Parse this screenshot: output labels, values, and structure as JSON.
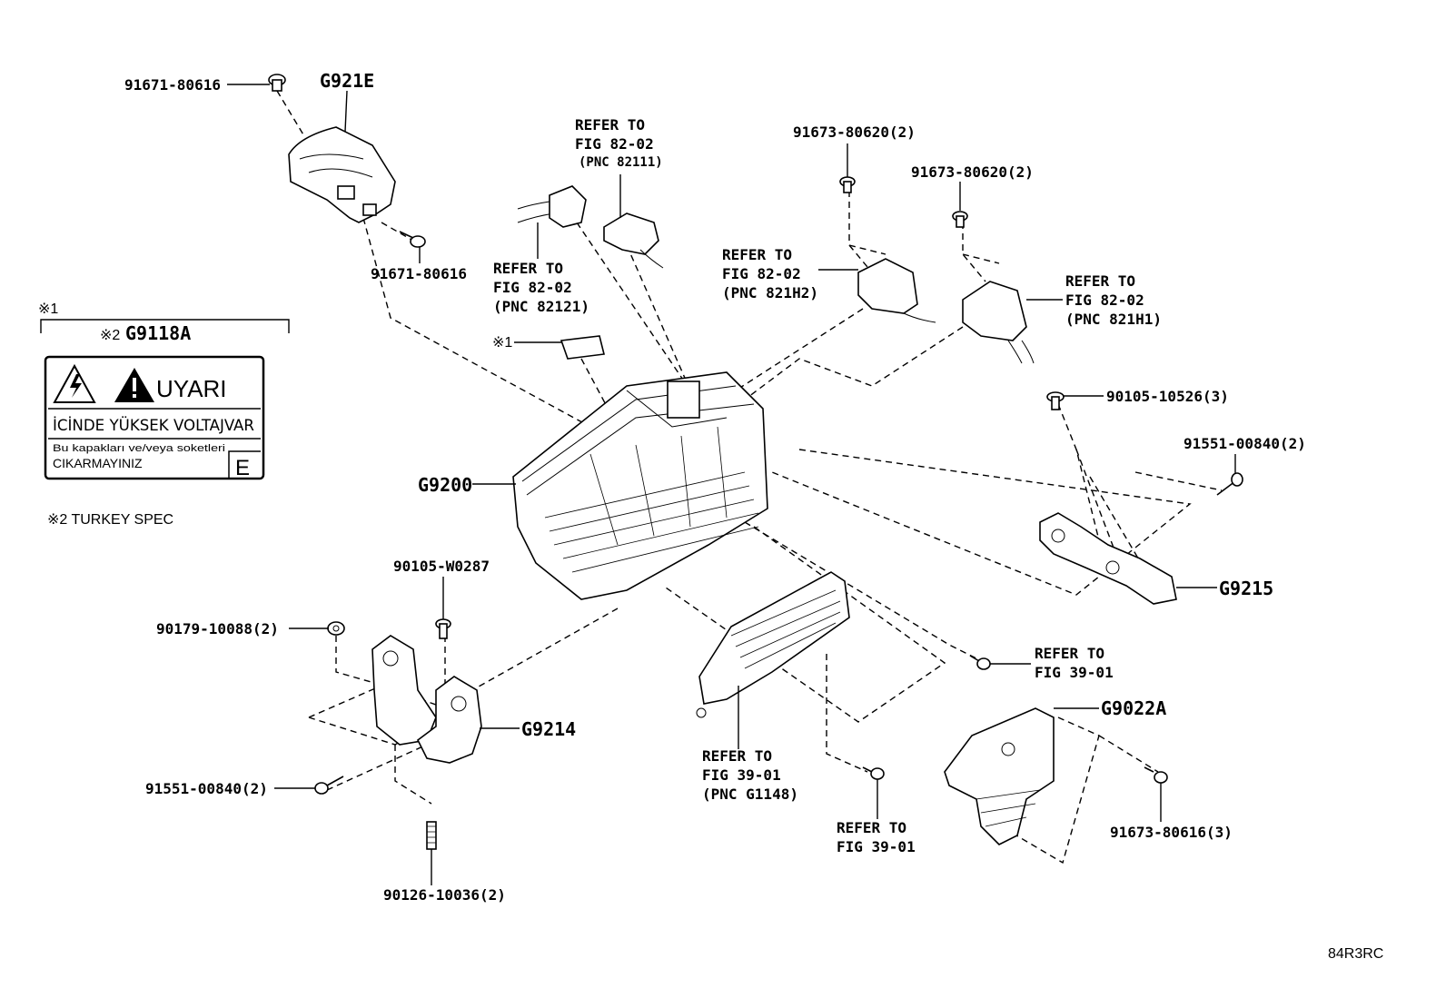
{
  "labels": {
    "bolt_top": "91671-80616",
    "cover_top": "G921E",
    "bolt_cover": "91671-80616",
    "warning_label_part": "G9118A",
    "inverter": "G9200",
    "bracket_left": "G9214",
    "bracket_right": "G9215",
    "ecu": "G9022A",
    "bolt_90105_10526": "90105-10526(3)",
    "bolt_91551_right": "91551-00840(2)",
    "bolt_91673_a": "91673-80620(2)",
    "bolt_91673_b": "91673-80620(2)",
    "bolt_90105_w0287": "90105-W0287",
    "nut_90179": "90179-10088(2)",
    "bolt_91551_left": "91551-00840(2)",
    "stud_90126": "90126-10036(2)",
    "bolt_91673_80616": "91673-80616(3)",
    "diagram_code": "84R3RC"
  },
  "refs": {
    "ref_82111": {
      "line1": "REFER TO",
      "line2": "FIG 82-02",
      "line3": "(PNC 82111)"
    },
    "ref_82121": {
      "line1": "REFER TO",
      "line2": "FIG 82-02",
      "line3": "(PNC 82121)"
    },
    "ref_821h2": {
      "line1": "REFER TO",
      "line2": "FIG 82-02",
      "line3": "(PNC 821H2)"
    },
    "ref_821h1": {
      "line1": "REFER TO",
      "line2": "FIG 82-02",
      "line3": "(PNC 821H1)"
    },
    "ref_3901_a": {
      "line1": "REFER TO",
      "line2": "FIG 39-01"
    },
    "ref_g1148": {
      "line1": "REFER TO",
      "line2": "FIG 39-01",
      "line3": "(PNC G1148)"
    },
    "ref_3901_b": {
      "line1": "REFER TO",
      "line2": "FIG 39-01"
    }
  },
  "notes": {
    "mark1": "※1",
    "mark1_label": "※1",
    "mark2_prefix": "※2",
    "turkey_spec": "※2 TURKEY SPEC"
  },
  "warning_label": {
    "title": "UYARI",
    "line1": "İCİNDE YÜKSEK VOLTAJVAR",
    "line2": "Bu kapakları ve/veya soketleri",
    "line3": "CIKARMAYINIZ",
    "letter": "E"
  }
}
